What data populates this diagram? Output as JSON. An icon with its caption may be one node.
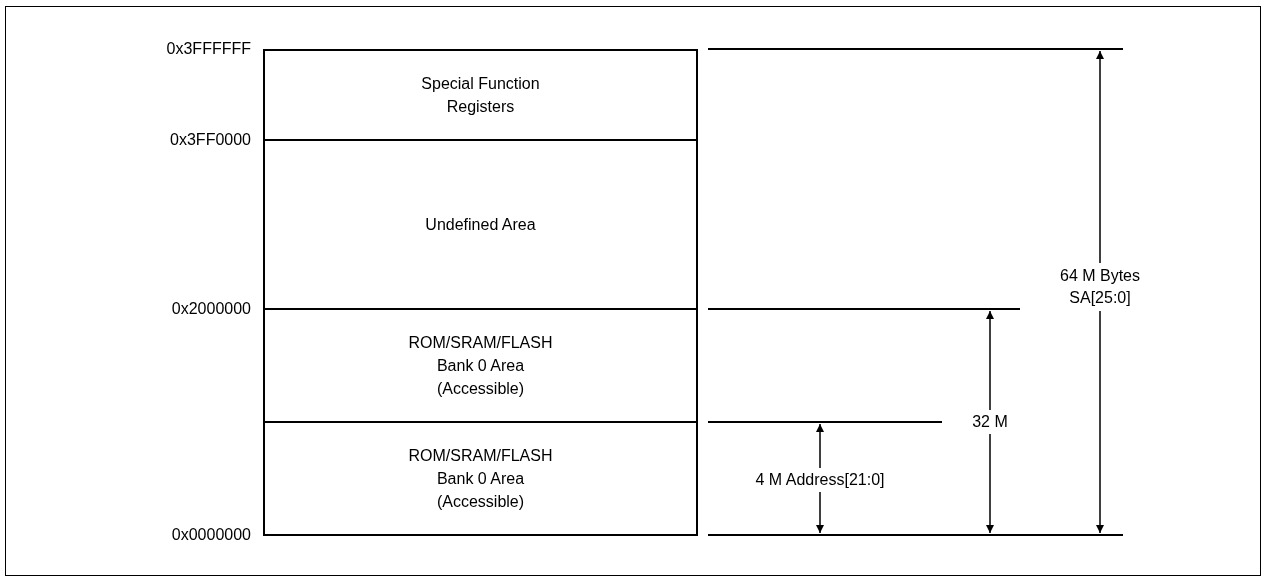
{
  "diagram": {
    "nodes": [
      {
        "text": [
          "Special Function Registers"
        ]
      },
      {
        "text": [
          "Undefined Area"
        ]
      },
      {
        "text": [
          "ROM/SRAM/FLASH Bank 0 Area (Accessible)"
        ]
      },
      {
        "text": [
          "ROM/SRAM/FLASH Bank 0 Area (Accessible)"
        ]
      }
    ],
    "labels": [
      "0x3FFFFFF",
      "0x3FF0000",
      "64 M Bytes SA[25:0]",
      "0x2000000",
      "32 M",
      "4 M Address[21:0]",
      "0x0000000"
    ]
  }
}
